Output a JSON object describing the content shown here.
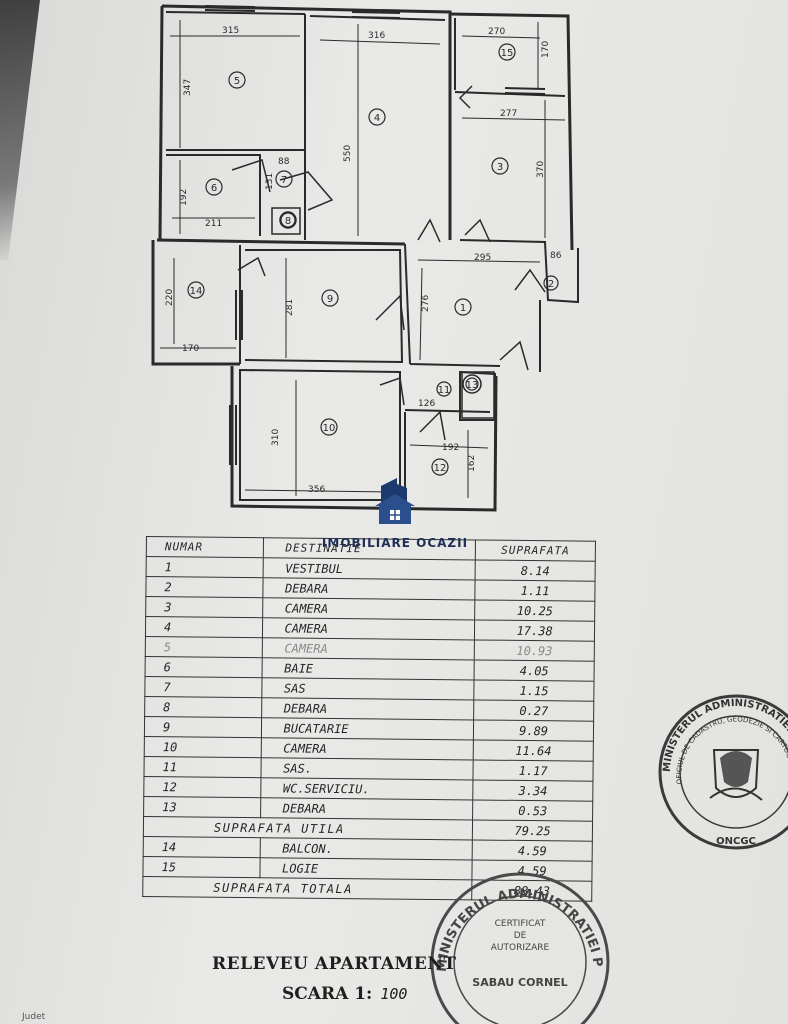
{
  "plan": {
    "room_numbers": [
      "1",
      "2",
      "3",
      "4",
      "5",
      "6",
      "7",
      "8",
      "9",
      "10",
      "11",
      "12",
      "13",
      "14",
      "15"
    ],
    "dimensions": {
      "d315": "315",
      "d316": "316",
      "d270": "270",
      "d170a": "170",
      "d347": "347",
      "d550": "550",
      "d277": "277",
      "d370": "370",
      "d192a": "192",
      "d211": "211",
      "d88": "88",
      "d131": "131",
      "d295": "295",
      "d86": "86",
      "d276": "276",
      "d281": "281",
      "d220": "220",
      "d170b": "170",
      "d310": "310",
      "d356": "356",
      "d126": "126",
      "d192b": "192",
      "d162": "162"
    }
  },
  "watermark": {
    "text": "IMOBILIARE OCAZII"
  },
  "table": {
    "headers": {
      "number": "NUMAR",
      "designation": "DESTINATIE",
      "area": "SUPRAFATA"
    },
    "rows": [
      {
        "no": "1",
        "name": "VESTIBUL",
        "area": "8.14"
      },
      {
        "no": "2",
        "name": "DEBARA",
        "area": "1.11"
      },
      {
        "no": "3",
        "name": "CAMERA",
        "area": "10.25"
      },
      {
        "no": "4",
        "name": "CAMERA",
        "area": "17.38"
      },
      {
        "no": "5",
        "name": "CAMERA",
        "area": "10.93"
      },
      {
        "no": "6",
        "name": "BAIE",
        "area": "4.05"
      },
      {
        "no": "7",
        "name": "SAS",
        "area": "1.15"
      },
      {
        "no": "8",
        "name": "DEBARA",
        "area": "0.27"
      },
      {
        "no": "9",
        "name": "BUCATARIE",
        "area": "9.89"
      },
      {
        "no": "10",
        "name": "CAMERA",
        "area": "11.64"
      },
      {
        "no": "11",
        "name": "SAS.",
        "area": "1.17"
      },
      {
        "no": "12",
        "name": "WC.SERVICIU.",
        "area": "3.34"
      },
      {
        "no": "13",
        "name": "DEBARA",
        "area": "0.53"
      }
    ],
    "useful": {
      "label": "SUPRAFATA UTILA",
      "area": "79.25"
    },
    "extra_rows": [
      {
        "no": "14",
        "name": "BALCON.",
        "area": "4.59"
      },
      {
        "no": "15",
        "name": "LOGIE",
        "area": "4.59"
      }
    ],
    "total": {
      "label": "SUPRAFATA TOTALA",
      "area": "88.43"
    }
  },
  "footer": {
    "title": "RELEVEU APARTAMENT",
    "scale_label": "SCARA 1:",
    "scale_value": "100"
  },
  "stamp_right": {
    "top_arc": "MINISTERUL ADMINISTRATIEI",
    "side_arc": "OFICIUL DE CADASTRU, GEODEZIE SI CARTOGRAFIE",
    "bottom": "ONCGC"
  },
  "stamp_bottom": {
    "arc": "MINISTERUL ADMINISTRATIEI PUBLICE",
    "line1": "CERTIFICAT",
    "line2": "DE",
    "line3": "AUTORIZARE",
    "line4": "SABAU CORNEL"
  },
  "bottom_left": "Judet"
}
